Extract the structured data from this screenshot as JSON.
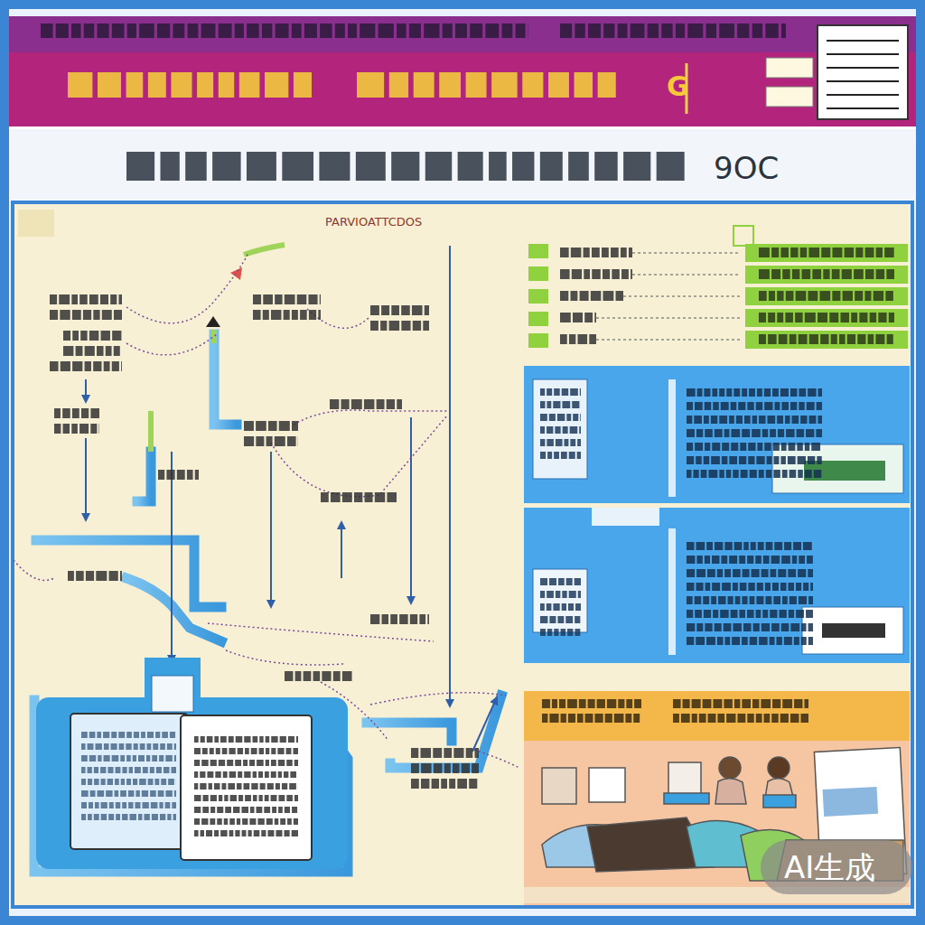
{
  "diagram": {
    "labels": [
      "G",
      "9OC",
      "PARVIOATTCDOS",
      "AI生成"
    ]
  }
}
